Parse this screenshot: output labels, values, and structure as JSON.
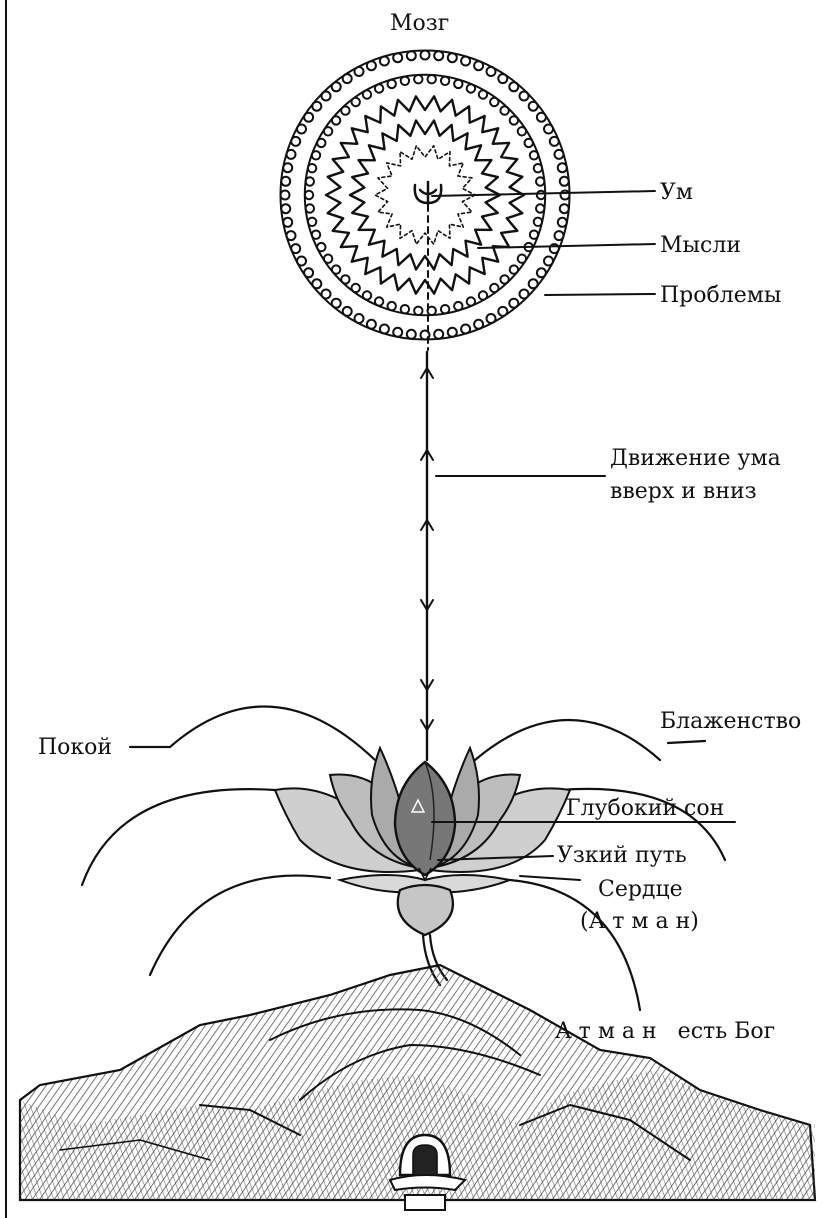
{
  "labels": {
    "brain": "Мозг",
    "mind": "Ум",
    "thoughts": "Мысли",
    "problems": "Проблемы",
    "movement_line1": "Движение ума",
    "movement_line2": "вверх и вниз",
    "peace": "Покой",
    "bliss": "Блаженство",
    "deep_sleep": "Глубокий сон",
    "narrow_path": "Узкий путь",
    "heart_line1": "Сердце",
    "heart_line2": "(А т м а н)",
    "atman_is_god": "А т м а н   есть Бог"
  },
  "colors": {
    "ink": "#111111",
    "paper": "#ffffff",
    "shade": "#9a9a9a"
  }
}
